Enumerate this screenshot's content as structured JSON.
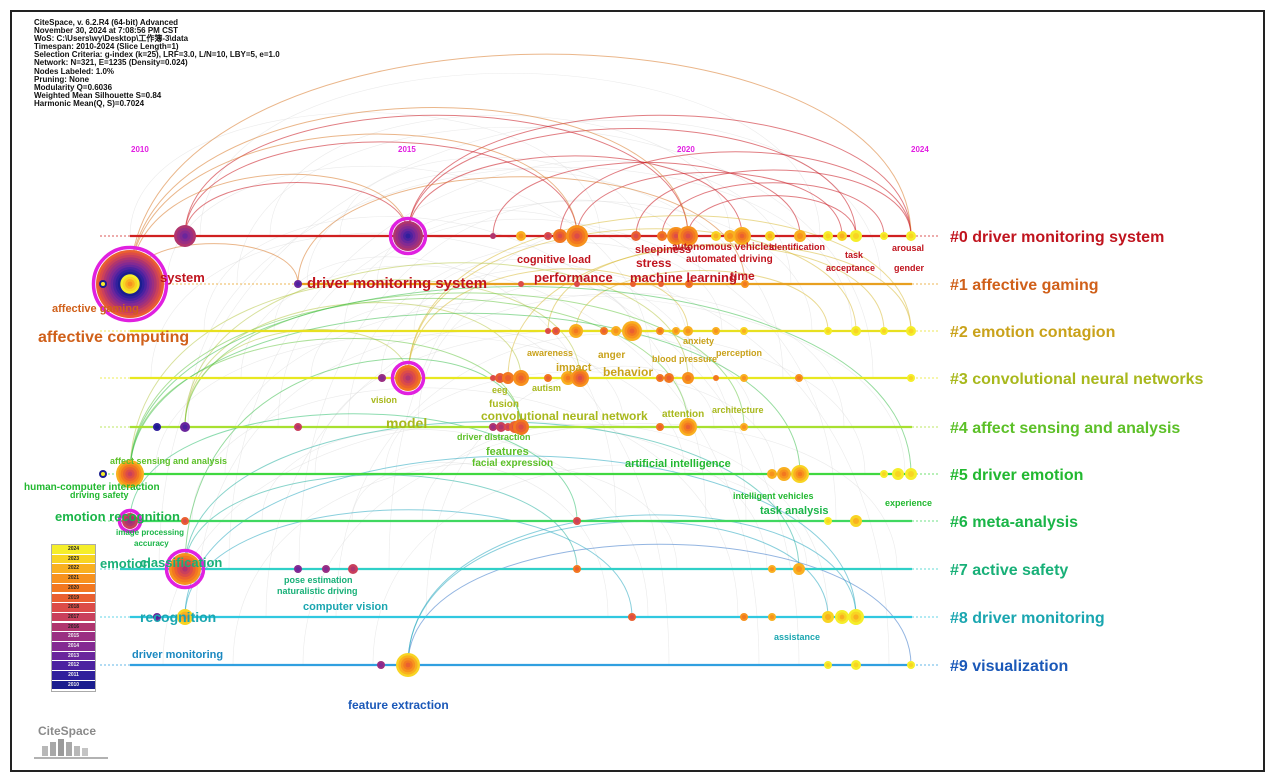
{
  "header_info": [
    "CiteSpace, v. 6.2.R4 (64-bit) Advanced",
    "November 30, 2024 at 7:08:56 PM CST",
    "WoS: C:\\Users\\wy\\Desktop\\工作簿-3\\data",
    "Timespan: 2010-2024 (Slice Length=1)",
    "Selection Criteria: g-index (k=25), LRF=3.0, L/N=10, LBY=5, e=1.0",
    "Network: N=321, E=1235 (Density=0.024)",
    "Nodes Labeled: 1.0%",
    "Pruning: None",
    "Modularity Q=0.6036",
    "Weighted Mean Silhouette S=0.84",
    "Harmonic Mean(Q, S)=0.7024"
  ],
  "years": [
    "2010",
    "2015",
    "2020",
    "2024"
  ],
  "clusters": [
    {
      "label": "#0 driver monitoring system",
      "color": "#c0141e"
    },
    {
      "label": "#1 affective gaming",
      "color": "#d0601a"
    },
    {
      "label": "#2 emotion contagion",
      "color": "#c9a21a"
    },
    {
      "label": "#3 convolutional neural networks",
      "color": "#a8b81c"
    },
    {
      "label": "#4 affect sensing and analysis",
      "color": "#5cc028"
    },
    {
      "label": "#5 driver emotion",
      "color": "#22b830"
    },
    {
      "label": "#6 meta-analysis",
      "color": "#1ab548"
    },
    {
      "label": "#7 active safety",
      "color": "#18b078"
    },
    {
      "label": "#8 driver monitoring",
      "color": "#1aa6b0"
    },
    {
      "label": "#9 visualization",
      "color": "#1a58b8"
    }
  ],
  "keywords": [
    {
      "text": "system",
      "row": 1,
      "color": "#c0141e",
      "size": 13
    },
    {
      "text": "driver monitoring system",
      "row": 1,
      "color": "#c0141e",
      "size": 15
    },
    {
      "text": "performance",
      "row": 1,
      "color": "#c0141e",
      "size": 13
    },
    {
      "text": "machine learning",
      "row": 1,
      "color": "#c0141e",
      "size": 13
    },
    {
      "text": "time",
      "row": 1,
      "color": "#c0141e",
      "size": 12
    },
    {
      "text": "cognitive load",
      "row": 0,
      "color": "#c0141e",
      "size": 11
    },
    {
      "text": "sleepiness",
      "row": 0,
      "color": "#c0141e",
      "size": 11
    },
    {
      "text": "stress",
      "row": 0,
      "color": "#c0141e",
      "size": 12
    },
    {
      "text": "autonomous vehicles",
      "row": 0,
      "color": "#c0141e",
      "size": 10
    },
    {
      "text": "automated driving",
      "row": 0,
      "color": "#c0141e",
      "size": 10
    },
    {
      "text": "identification",
      "row": 0,
      "color": "#c0141e",
      "size": 9
    },
    {
      "text": "task",
      "row": 0,
      "color": "#c0141e",
      "size": 9
    },
    {
      "text": "acceptance",
      "row": 0,
      "color": "#c0141e",
      "size": 9
    },
    {
      "text": "gender",
      "row": 0,
      "color": "#c0141e",
      "size": 9
    },
    {
      "text": "arousal",
      "row": 0,
      "color": "#c0141e",
      "size": 9
    },
    {
      "text": "affective gaming",
      "row": 1,
      "color": "#d0601a",
      "size": 11
    },
    {
      "text": "affective computing",
      "row": 2,
      "color": "#d0601a",
      "size": 16
    },
    {
      "text": "anxiety",
      "row": 2,
      "color": "#c9a21a",
      "size": 9
    },
    {
      "text": "awareness",
      "row": 2,
      "color": "#c9a21a",
      "size": 9
    },
    {
      "text": "anger",
      "row": 2,
      "color": "#c9a21a",
      "size": 10
    },
    {
      "text": "blood pressure",
      "row": 2,
      "color": "#c9a21a",
      "size": 9
    },
    {
      "text": "perception",
      "row": 2,
      "color": "#c9a21a",
      "size": 9
    },
    {
      "text": "impact",
      "row": 3,
      "color": "#c9a21a",
      "size": 11
    },
    {
      "text": "behavior",
      "row": 3,
      "color": "#c9a21a",
      "size": 12
    },
    {
      "text": "autism",
      "row": 3,
      "color": "#a8b81c",
      "size": 9
    },
    {
      "text": "vision",
      "row": 3,
      "color": "#a8b81c",
      "size": 9
    },
    {
      "text": "eeg",
      "row": 3,
      "color": "#a8b81c",
      "size": 9
    },
    {
      "text": "fusion",
      "row": 3,
      "color": "#a8b81c",
      "size": 10
    },
    {
      "text": "convolutional neural network",
      "row": 3,
      "color": "#a8b81c",
      "size": 12
    },
    {
      "text": "attention",
      "row": 3,
      "color": "#a8b81c",
      "size": 10
    },
    {
      "text": "architecture",
      "row": 3,
      "color": "#a8b81c",
      "size": 9
    },
    {
      "text": "model",
      "row": 4,
      "color": "#a8b81c",
      "size": 14
    },
    {
      "text": "driver distraction",
      "row": 4,
      "color": "#5cc028",
      "size": 9
    },
    {
      "text": "features",
      "row": 4,
      "color": "#5cc028",
      "size": 11
    },
    {
      "text": "facial expression",
      "row": 4,
      "color": "#5cc028",
      "size": 10
    },
    {
      "text": "affect sensing and analysis",
      "row": 4,
      "color": "#5cc028",
      "size": 9
    },
    {
      "text": "artificial intelligence",
      "row": 5,
      "color": "#22b830",
      "size": 11
    },
    {
      "text": "human-computer interaction",
      "row": 5,
      "color": "#22b830",
      "size": 10
    },
    {
      "text": "driving safety",
      "row": 5,
      "color": "#22b830",
      "size": 9
    },
    {
      "text": "intelligent vehicles",
      "row": 5,
      "color": "#22b830",
      "size": 9
    },
    {
      "text": "experience",
      "row": 5,
      "color": "#22b830",
      "size": 9
    },
    {
      "text": "emotion recognition",
      "row": 6,
      "color": "#1ab548",
      "size": 13
    },
    {
      "text": "image processing",
      "row": 6,
      "color": "#1ab548",
      "size": 8
    },
    {
      "text": "accuracy",
      "row": 6,
      "color": "#1ab548",
      "size": 8
    },
    {
      "text": "task analysis",
      "row": 6,
      "color": "#1ab548",
      "size": 11
    },
    {
      "text": "emotion",
      "row": 7,
      "color": "#18b078",
      "size": 13
    },
    {
      "text": "classification",
      "row": 7,
      "color": "#18b078",
      "size": 13
    },
    {
      "text": "pose estimation",
      "row": 7,
      "color": "#18b078",
      "size": 9
    },
    {
      "text": "naturalistic driving",
      "row": 7,
      "color": "#18b078",
      "size": 9
    },
    {
      "text": "computer vision",
      "row": 8,
      "color": "#1aa6b0",
      "size": 11
    },
    {
      "text": "recognition",
      "row": 8,
      "color": "#1aa6b0",
      "size": 14
    },
    {
      "text": "assistance",
      "row": 8,
      "color": "#1aa6b0",
      "size": 9
    },
    {
      "text": "driver monitoring",
      "row": 9,
      "color": "#1a88c0",
      "size": 11
    },
    {
      "text": "feature extraction",
      "row": 9,
      "color": "#1a58b8",
      "size": 12
    }
  ],
  "legend_years": [
    "2024",
    "2023",
    "2022",
    "2021",
    "2020",
    "2019",
    "2018",
    "2017",
    "2016",
    "2015",
    "2014",
    "2013",
    "2012",
    "2011",
    "2010"
  ],
  "legend_colors": [
    "#f5ee2a",
    "#f8d423",
    "#f9b020",
    "#f7921e",
    "#f27820",
    "#ea6030",
    "#dc4c48",
    "#c9405c",
    "#b0356e",
    "#9a2f82",
    "#842a92",
    "#6a269c",
    "#4c22a0",
    "#30209c",
    "#1a1d8e"
  ],
  "logo_text": "CiteSpace"
}
